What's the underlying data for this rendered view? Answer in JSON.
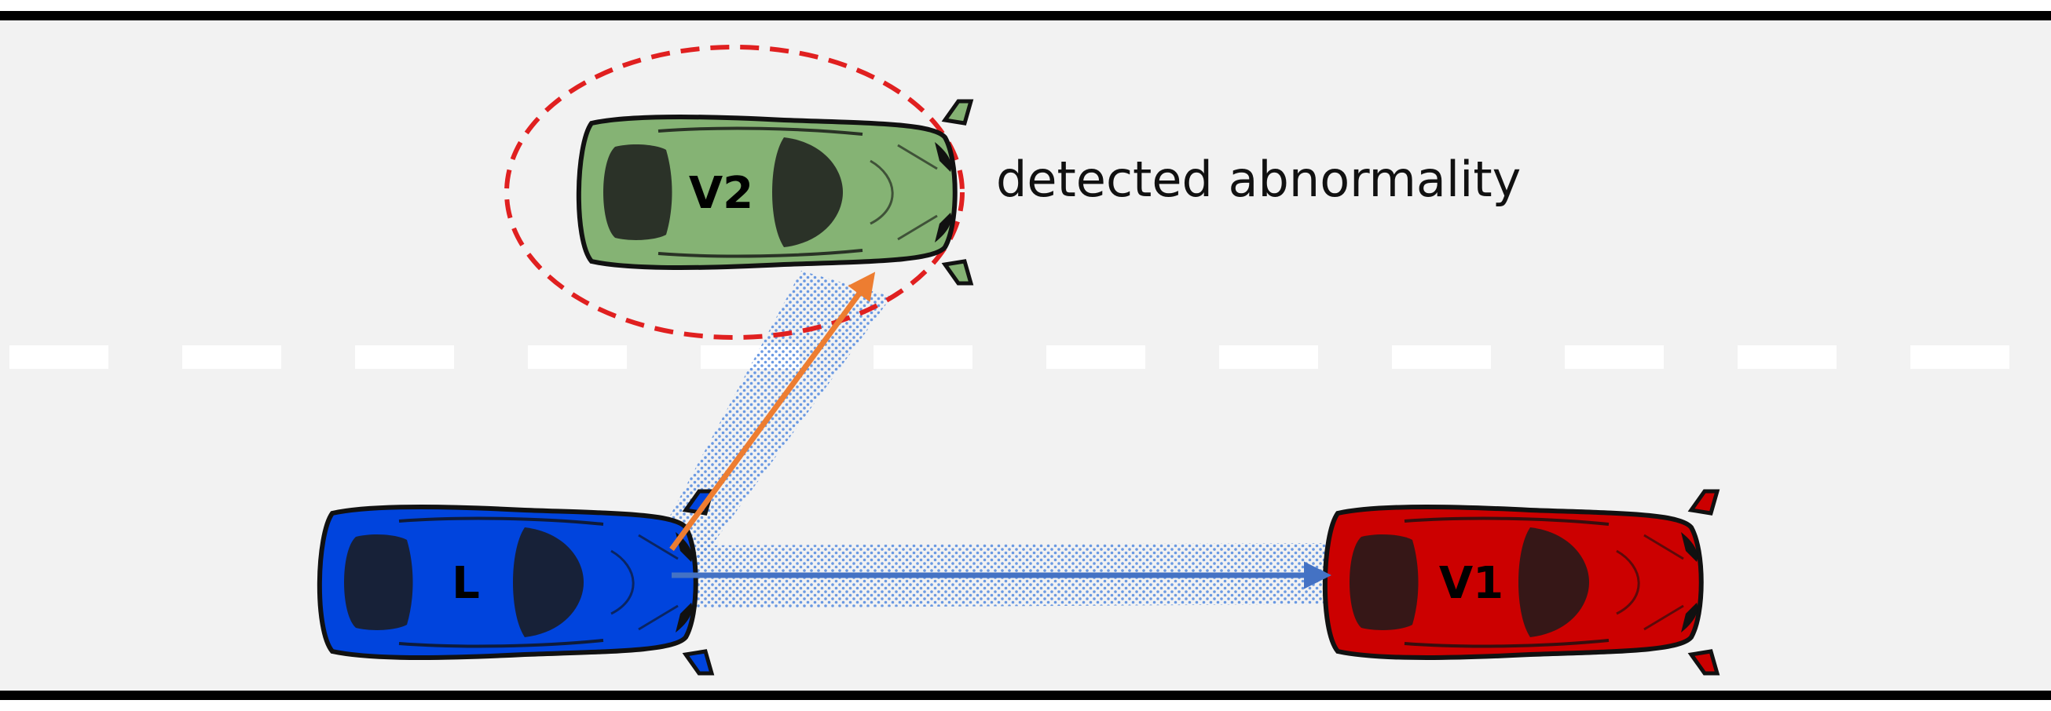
{
  "road": {
    "surface_color": "#f2f2f2",
    "edge_color": "#000000",
    "lane_marking_color": "#ffffff"
  },
  "vehicles": [
    {
      "id": "leader",
      "label": "L",
      "body_color": "#0044dd",
      "icon": "car-icon"
    },
    {
      "id": "v1",
      "label": "V1",
      "body_color": "#cc0000",
      "icon": "car-icon"
    },
    {
      "id": "v2",
      "label": "V2",
      "body_color": "#85b374",
      "icon": "car-icon"
    }
  ],
  "links": [
    {
      "from": "L",
      "to": "V1",
      "color": "#4472c4"
    },
    {
      "from": "L",
      "to": "V2",
      "color": "#ed7d31"
    }
  ],
  "annotation": {
    "text": "detected abnormality",
    "outline_color": "#e02020"
  }
}
